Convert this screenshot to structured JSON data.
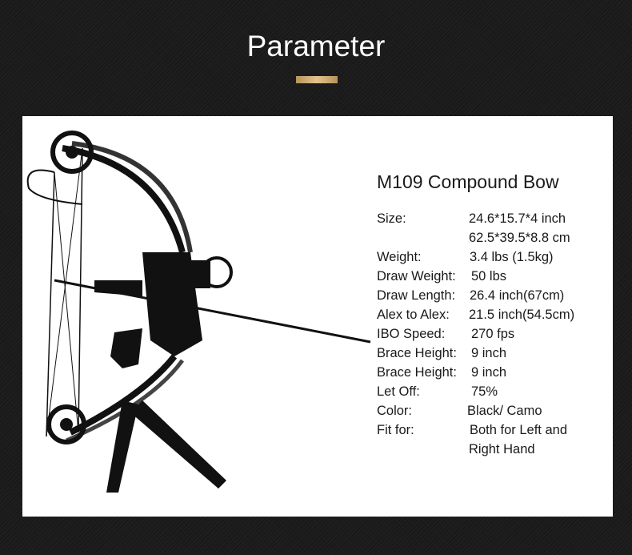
{
  "header": {
    "title": "Parameter",
    "accent_color": "#d4b07a"
  },
  "product": {
    "title": "M109 Compound Bow",
    "image_alt": "Black compound bow with arrow, sight, grip and stabilizer stand",
    "specs": [
      {
        "label": "Size:",
        "value": "24.6*15.7*4 inch",
        "vx": 115
      },
      {
        "label": "",
        "value": "62.5*39.5*8.8 cm",
        "vx": 115
      },
      {
        "label": "Weight:",
        "value": "3.4 lbs (1.5kg)",
        "vx": 116
      },
      {
        "label": "Draw Weight:",
        "value": "50 lbs",
        "vx": 118
      },
      {
        "label": "Draw Length:",
        "value": "26.4 inch(67cm)",
        "vx": 116
      },
      {
        "label": "Alex to Alex:",
        "value": "21.5 inch(54.5cm)",
        "vx": 115
      },
      {
        "label": "IBO Speed:",
        "value": "270 fps",
        "vx": 118
      },
      {
        "label": "Brace Height:",
        "value": "9 inch",
        "vx": 118
      },
      {
        "label": "Brace Height:",
        "value": "9 inch",
        "vx": 118
      },
      {
        "label": "Let Off:",
        "value": "75%",
        "vx": 118
      },
      {
        "label": "Color:",
        "value": "Black/ Camo",
        "vx": 113
      },
      {
        "label": "Fit for:",
        "value": "Both for Left and",
        "vx": 116
      },
      {
        "label": "",
        "value": "Right Hand",
        "vx": 115
      }
    ]
  }
}
